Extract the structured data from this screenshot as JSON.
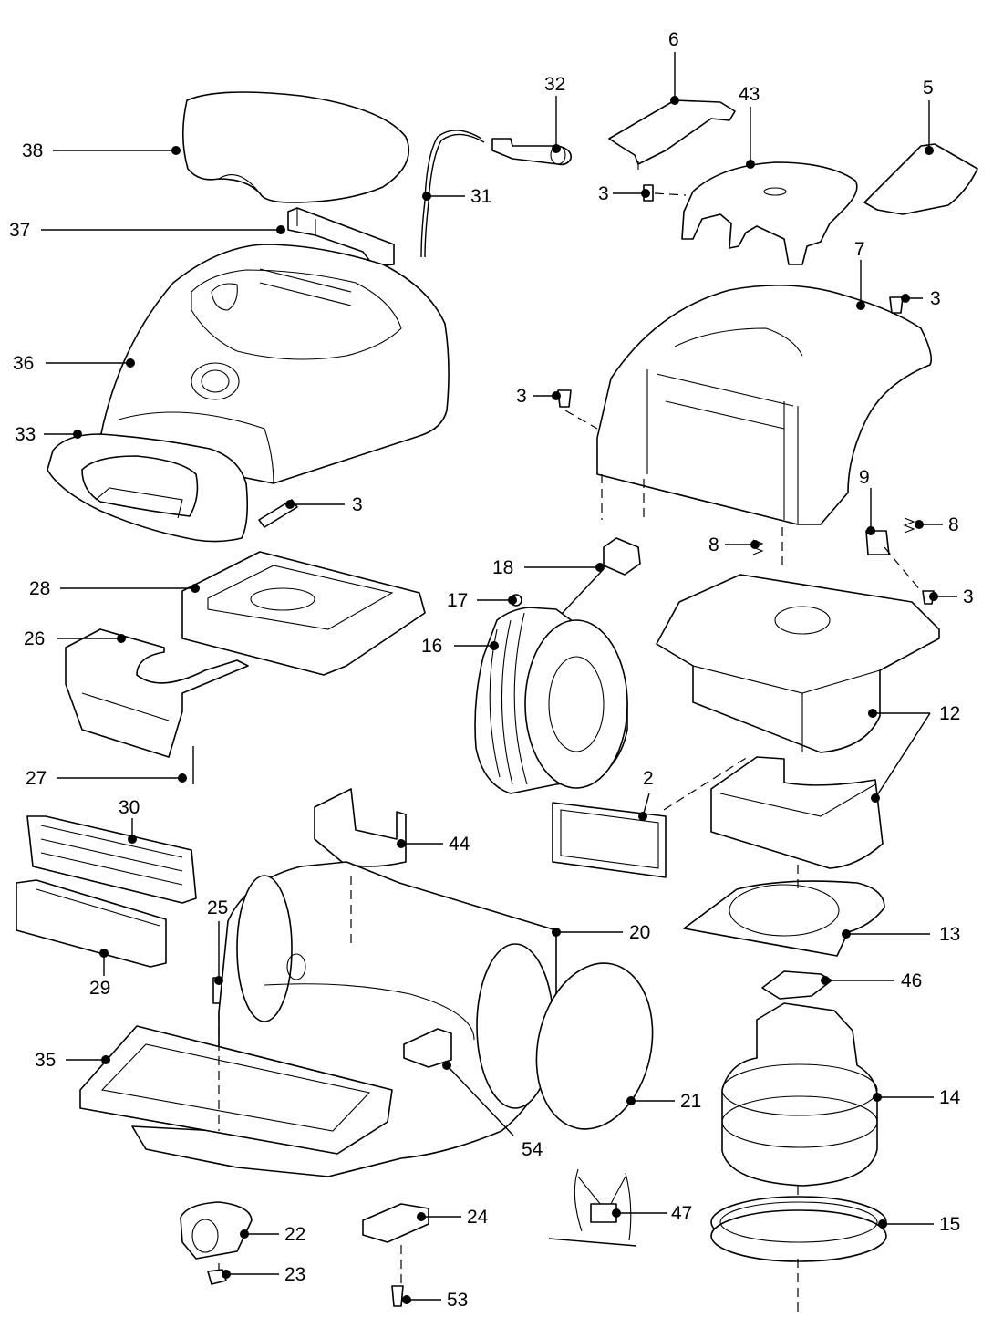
{
  "diagram": {
    "line_color": "#000000",
    "background": "#ffffff",
    "callouts": [
      {
        "key": "c38",
        "label": "38"
      },
      {
        "key": "c37",
        "label": "37"
      },
      {
        "key": "c36",
        "label": "36"
      },
      {
        "key": "c33",
        "label": "33"
      },
      {
        "key": "c3a",
        "label": "3"
      },
      {
        "key": "c31",
        "label": "31"
      },
      {
        "key": "c32",
        "label": "32"
      },
      {
        "key": "c6",
        "label": "6"
      },
      {
        "key": "c43",
        "label": "43"
      },
      {
        "key": "c5",
        "label": "5"
      },
      {
        "key": "c3b",
        "label": "3"
      },
      {
        "key": "c7",
        "label": "7"
      },
      {
        "key": "c3c",
        "label": "3"
      },
      {
        "key": "c3d",
        "label": "3"
      },
      {
        "key": "c9",
        "label": "9"
      },
      {
        "key": "c8a",
        "label": "8"
      },
      {
        "key": "c8b",
        "label": "8"
      },
      {
        "key": "c3e",
        "label": "3"
      },
      {
        "key": "c18",
        "label": "18"
      },
      {
        "key": "c17",
        "label": "17"
      },
      {
        "key": "c16",
        "label": "16"
      },
      {
        "key": "c28",
        "label": "28"
      },
      {
        "key": "c26",
        "label": "26"
      },
      {
        "key": "c27",
        "label": "27"
      },
      {
        "key": "c12",
        "label": "12"
      },
      {
        "key": "c2",
        "label": "2"
      },
      {
        "key": "c30",
        "label": "30"
      },
      {
        "key": "c29",
        "label": "29"
      },
      {
        "key": "c44",
        "label": "44"
      },
      {
        "key": "c25",
        "label": "25"
      },
      {
        "key": "c20",
        "label": "20"
      },
      {
        "key": "c13",
        "label": "13"
      },
      {
        "key": "c46",
        "label": "46"
      },
      {
        "key": "c35",
        "label": "35"
      },
      {
        "key": "c54",
        "label": "54"
      },
      {
        "key": "c21",
        "label": "21"
      },
      {
        "key": "c14",
        "label": "14"
      },
      {
        "key": "c22",
        "label": "22"
      },
      {
        "key": "c24",
        "label": "24"
      },
      {
        "key": "c47",
        "label": "47"
      },
      {
        "key": "c15",
        "label": "15"
      },
      {
        "key": "c23",
        "label": "23"
      },
      {
        "key": "c53",
        "label": "53"
      }
    ]
  }
}
